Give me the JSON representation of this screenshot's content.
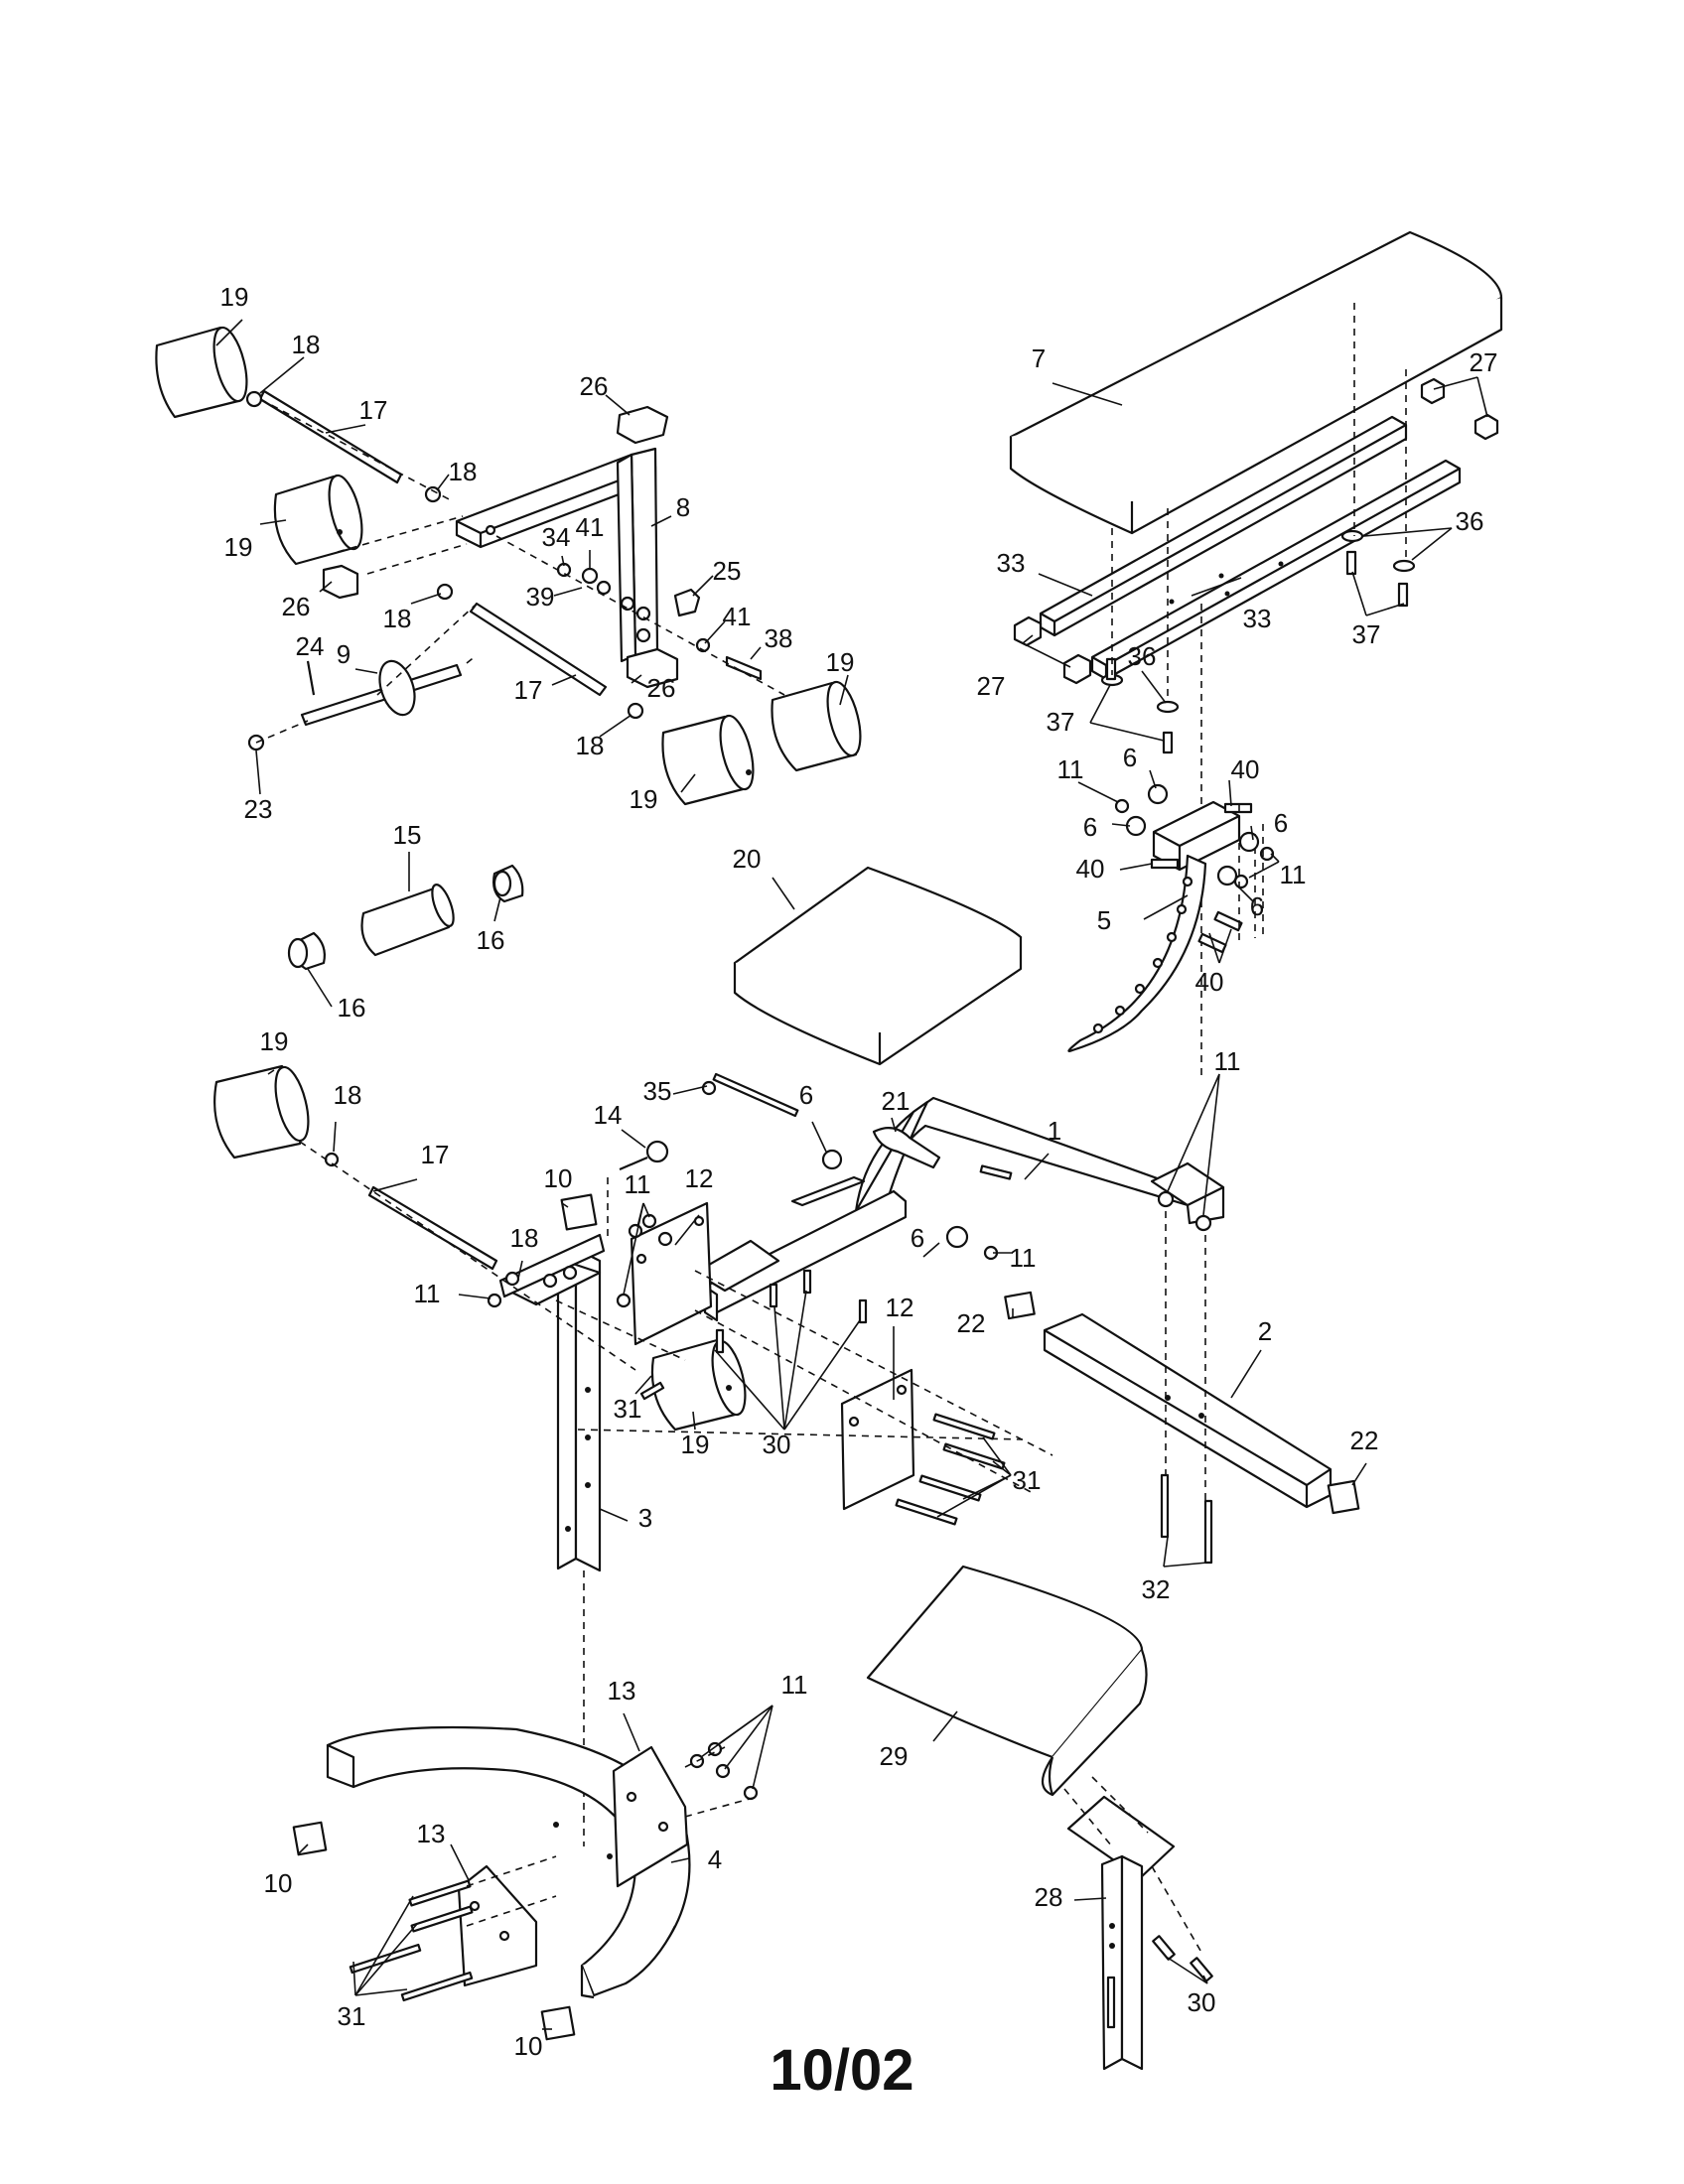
{
  "date_code": "10/02",
  "callouts": [
    {
      "id": "c-19a",
      "text": "19"
    },
    {
      "id": "c-18a",
      "text": "18"
    },
    {
      "id": "c-17a",
      "text": "17"
    },
    {
      "id": "c-18b",
      "text": "18"
    },
    {
      "id": "c-19b",
      "text": "19"
    },
    {
      "id": "c-26a",
      "text": "26"
    },
    {
      "id": "c-8",
      "text": "8"
    },
    {
      "id": "c-34",
      "text": "34"
    },
    {
      "id": "c-41a",
      "text": "41"
    },
    {
      "id": "c-26b",
      "text": "26"
    },
    {
      "id": "c-18c",
      "text": "18"
    },
    {
      "id": "c-39",
      "text": "39"
    },
    {
      "id": "c-25",
      "text": "25"
    },
    {
      "id": "c-41b",
      "text": "41"
    },
    {
      "id": "c-38",
      "text": "38"
    },
    {
      "id": "c-24",
      "text": "24"
    },
    {
      "id": "c-9",
      "text": "9"
    },
    {
      "id": "c-17b",
      "text": "17"
    },
    {
      "id": "c-26c",
      "text": "26"
    },
    {
      "id": "c-19c",
      "text": "19"
    },
    {
      "id": "c-23",
      "text": "23"
    },
    {
      "id": "c-18d",
      "text": "18"
    },
    {
      "id": "c-19d",
      "text": "19"
    },
    {
      "id": "c-15",
      "text": "15"
    },
    {
      "id": "c-16a",
      "text": "16"
    },
    {
      "id": "c-16b",
      "text": "16"
    },
    {
      "id": "c-20",
      "text": "20"
    },
    {
      "id": "c-7",
      "text": "7"
    },
    {
      "id": "c-27a",
      "text": "27"
    },
    {
      "id": "c-33a",
      "text": "33"
    },
    {
      "id": "c-36a",
      "text": "36"
    },
    {
      "id": "c-33b",
      "text": "33"
    },
    {
      "id": "c-37a",
      "text": "37"
    },
    {
      "id": "c-27b",
      "text": "27"
    },
    {
      "id": "c-36b",
      "text": "36"
    },
    {
      "id": "c-37b",
      "text": "37"
    },
    {
      "id": "c-11a",
      "text": "11"
    },
    {
      "id": "c-6a",
      "text": "6"
    },
    {
      "id": "c-40a",
      "text": "40"
    },
    {
      "id": "c-6b",
      "text": "6"
    },
    {
      "id": "c-6c",
      "text": "6"
    },
    {
      "id": "c-40b",
      "text": "40"
    },
    {
      "id": "c-11b",
      "text": "11"
    },
    {
      "id": "c-5",
      "text": "5"
    },
    {
      "id": "c-6d",
      "text": "6"
    },
    {
      "id": "c-40c",
      "text": "40"
    },
    {
      "id": "c-19e",
      "text": "19"
    },
    {
      "id": "c-18e",
      "text": "18"
    },
    {
      "id": "c-35",
      "text": "35"
    },
    {
      "id": "c-6e",
      "text": "6"
    },
    {
      "id": "c-21",
      "text": "21"
    },
    {
      "id": "c-14",
      "text": "14"
    },
    {
      "id": "c-1",
      "text": "1"
    },
    {
      "id": "c-11c",
      "text": "11"
    },
    {
      "id": "c-17c",
      "text": "17"
    },
    {
      "id": "c-10a",
      "text": "10"
    },
    {
      "id": "c-11d",
      "text": "11"
    },
    {
      "id": "c-12a",
      "text": "12"
    },
    {
      "id": "c-18f",
      "text": "18"
    },
    {
      "id": "c-6f",
      "text": "6"
    },
    {
      "id": "c-11e",
      "text": "11"
    },
    {
      "id": "c-11f",
      "text": "11"
    },
    {
      "id": "c-22a",
      "text": "22"
    },
    {
      "id": "c-12b",
      "text": "12"
    },
    {
      "id": "c-2",
      "text": "2"
    },
    {
      "id": "c-31a",
      "text": "31"
    },
    {
      "id": "c-19f",
      "text": "19"
    },
    {
      "id": "c-30a",
      "text": "30"
    },
    {
      "id": "c-31b",
      "text": "31"
    },
    {
      "id": "c-22b",
      "text": "22"
    },
    {
      "id": "c-3",
      "text": "3"
    },
    {
      "id": "c-32",
      "text": "32"
    },
    {
      "id": "c-13a",
      "text": "13"
    },
    {
      "id": "c-11g",
      "text": "11"
    },
    {
      "id": "c-29",
      "text": "29"
    },
    {
      "id": "c-13b",
      "text": "13"
    },
    {
      "id": "c-4",
      "text": "4"
    },
    {
      "id": "c-10b",
      "text": "10"
    },
    {
      "id": "c-28",
      "text": "28"
    },
    {
      "id": "c-31c",
      "text": "31"
    },
    {
      "id": "c-30b",
      "text": "30"
    },
    {
      "id": "c-10c",
      "text": "10"
    }
  ]
}
